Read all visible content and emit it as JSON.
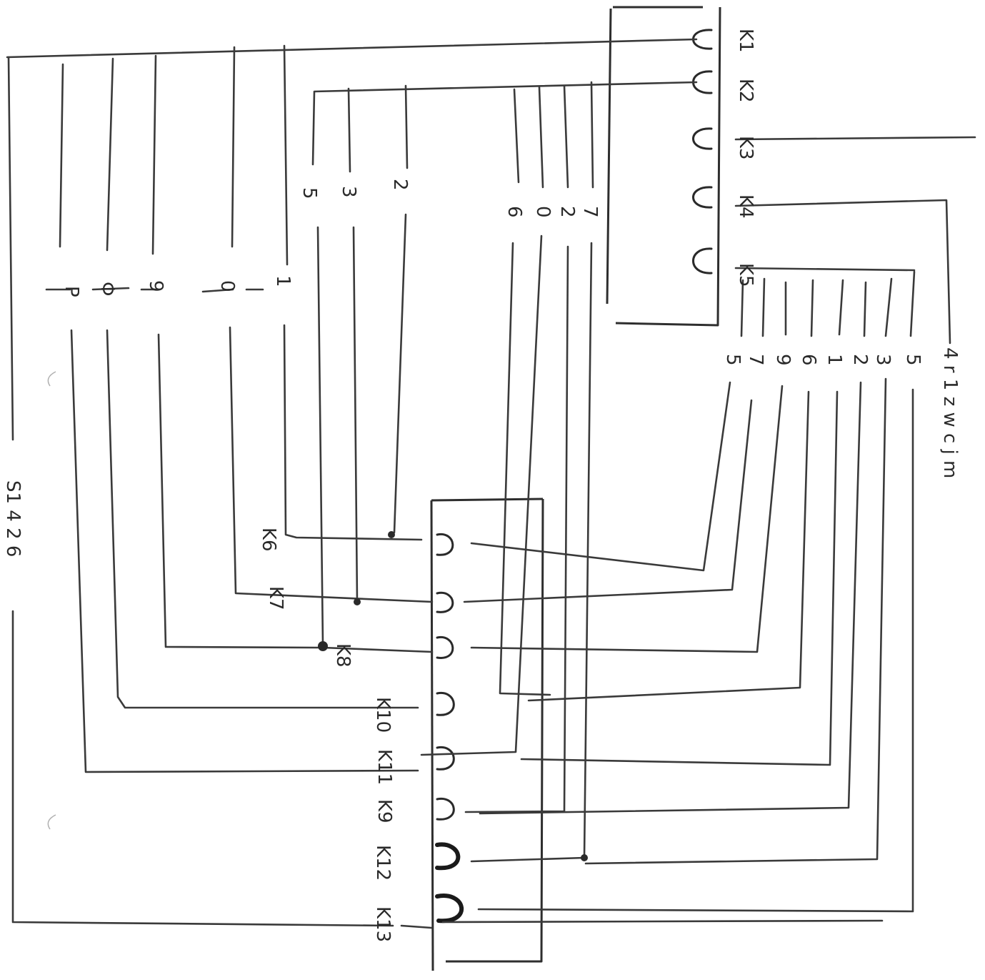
{
  "relays_top": [
    "K1",
    "K2",
    "K3",
    "K4",
    "K5"
  ],
  "relays_bottom": [
    "K6",
    "K7",
    "K8",
    "K10",
    "K11",
    "K9",
    "K12",
    "K13"
  ],
  "left_bus_digits": [
    "P",
    "Φ",
    "9",
    "0",
    "1"
  ],
  "top_middle_digits": [
    "5",
    "3",
    "2"
  ],
  "upper_right_digits": [
    "6",
    "0",
    "2",
    "7"
  ],
  "right_group_digits": [
    "5",
    "7",
    "9",
    "6",
    "1",
    "2",
    "3",
    "5"
  ],
  "right_side_label": "4 r 1 z w c j m",
  "left_side_label": "S1 4 2 6",
  "colors": {
    "ink": "#2e2e2e",
    "paper": "#ffffff"
  }
}
